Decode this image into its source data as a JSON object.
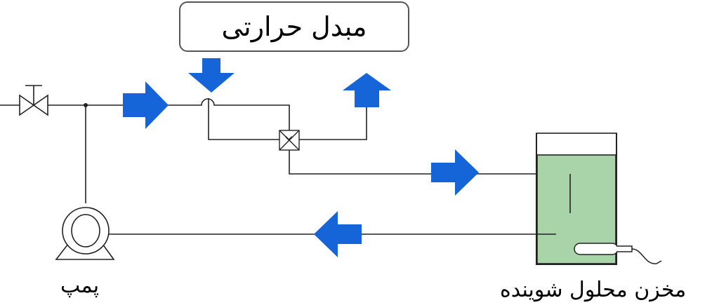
{
  "labels": {
    "heat_exchanger": "مبدل حرارتی",
    "pump": "پمپ",
    "tank": "مخزن محلول شوینده"
  },
  "colors": {
    "arrow": "#1565d8",
    "tank_fill": "#a9d4a9",
    "line": "#222222"
  },
  "icons": {
    "valve": "gate-valve-icon",
    "pump": "pump-icon",
    "mixing_valve": "three-way-valve-icon",
    "heater": "immersion-heater-icon"
  }
}
